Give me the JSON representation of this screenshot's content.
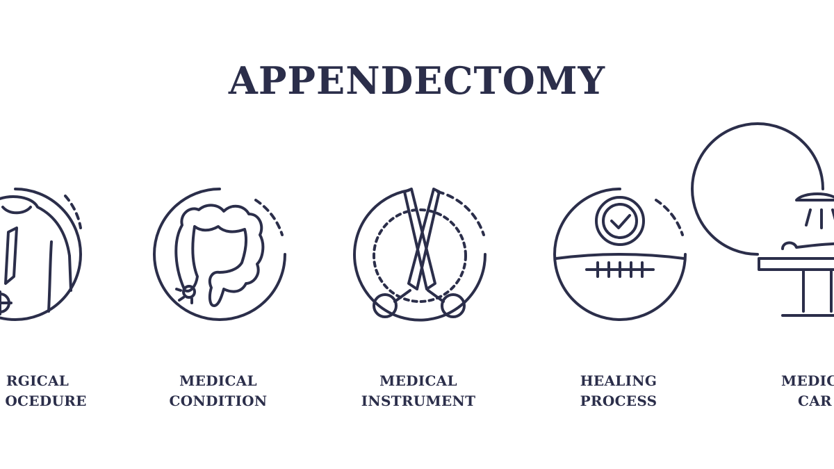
{
  "title": "APPENDECTOMY",
  "colors": {
    "ink": "#2b2e4a",
    "background": "#ffffff"
  },
  "items": [
    {
      "icon": "surgeon-scalpel-icon",
      "line1": "RGICAL",
      "line2": "OCEDURE"
    },
    {
      "icon": "colon-appendix-icon",
      "line1": "MEDICAL",
      "line2": "CONDITION"
    },
    {
      "icon": "surgical-scissors-icon",
      "line1": "MEDICAL",
      "line2": "INSTRUMENT"
    },
    {
      "icon": "healing-check-stitches-icon",
      "line1": "HEALING",
      "line2": "PROCESS"
    },
    {
      "icon": "patient-operating-table-icon",
      "line1": "MEDIC",
      "line2": "CAR"
    }
  ]
}
